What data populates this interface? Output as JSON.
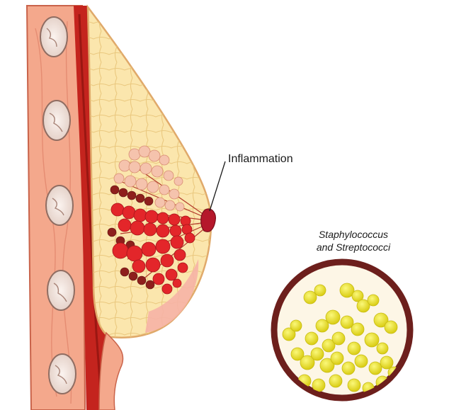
{
  "labels": {
    "inflammation": "Inflammation",
    "bacteria_line1": "Staphylococcus",
    "bacteria_line2": "and Streptococci"
  },
  "colors": {
    "skin": "#f4a88c",
    "skin_edge": "#c9634a",
    "muscle": "#c4241e",
    "muscle_dark": "#9a1712",
    "fat": "#fbe6ad",
    "fat_line": "#e8c57a",
    "rib": "#efe2dc",
    "rib_outline": "#8f6d62",
    "lobule_pale": "#f5c3ad",
    "lobule_red": "#e3262a",
    "lobule_dark": "#8e1f1c",
    "nipple": "#b5172b",
    "circle_border": "#6d1f1c",
    "circle_fill": "#fdf6e6",
    "bacteria": "#e7e321"
  },
  "icons": {
    "ribs": "rib-cross-section-icon",
    "bacteria": "coccus-bacterium-icon"
  }
}
